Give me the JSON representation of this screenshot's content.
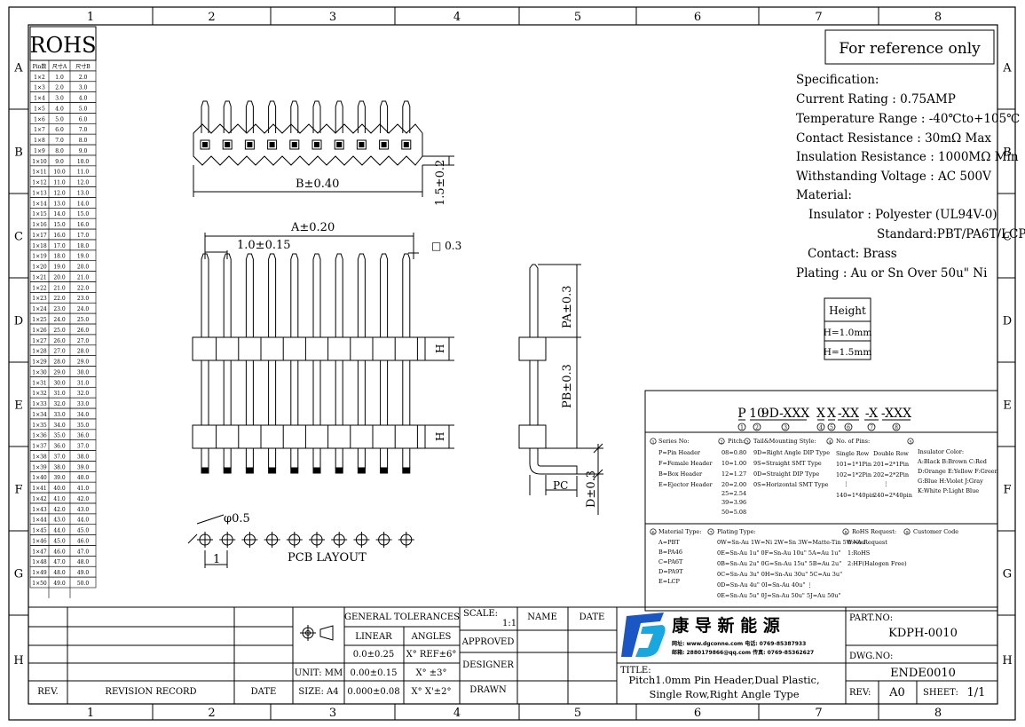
{
  "frame": {
    "col_labels": [
      "1",
      "2",
      "3",
      "4",
      "5",
      "6",
      "7",
      "8"
    ],
    "row_labels": [
      "A",
      "B",
      "C",
      "D",
      "E",
      "F",
      "G",
      "H"
    ]
  },
  "rohs": {
    "title": "ROHS",
    "headers": [
      "Pin数",
      "尺寸A",
      "尺寸B"
    ],
    "rows": [
      [
        "1×2",
        "1.0",
        "2.0"
      ],
      [
        "1×3",
        "2.0",
        "3.0"
      ],
      [
        "1×4",
        "3.0",
        "4.0"
      ],
      [
        "1×5",
        "4.0",
        "5.0"
      ],
      [
        "1×6",
        "5.0",
        "6.0"
      ],
      [
        "1×7",
        "6.0",
        "7.0"
      ],
      [
        "1×8",
        "7.0",
        "8.0"
      ],
      [
        "1×9",
        "8.0",
        "9.0"
      ],
      [
        "1×10",
        "9.0",
        "10.0"
      ],
      [
        "1×11",
        "10.0",
        "11.0"
      ],
      [
        "1×12",
        "11.0",
        "12.0"
      ],
      [
        "1×13",
        "12.0",
        "13.0"
      ],
      [
        "1×14",
        "13.0",
        "14.0"
      ],
      [
        "1×15",
        "14.0",
        "15.0"
      ],
      [
        "1×16",
        "15.0",
        "16.0"
      ],
      [
        "1×17",
        "16.0",
        "17.0"
      ],
      [
        "1×18",
        "17.0",
        "18.0"
      ],
      [
        "1×19",
        "18.0",
        "19.0"
      ],
      [
        "1×20",
        "19.0",
        "20.0"
      ],
      [
        "1×21",
        "20.0",
        "21.0"
      ],
      [
        "1×22",
        "21.0",
        "22.0"
      ],
      [
        "1×23",
        "22.0",
        "23.0"
      ],
      [
        "1×24",
        "23.0",
        "24.0"
      ],
      [
        "1×25",
        "24.0",
        "25.0"
      ],
      [
        "1×26",
        "25.0",
        "26.0"
      ],
      [
        "1×27",
        "26.0",
        "27.0"
      ],
      [
        "1×28",
        "27.0",
        "28.0"
      ],
      [
        "1×29",
        "28.0",
        "29.0"
      ],
      [
        "1×30",
        "29.0",
        "30.0"
      ],
      [
        "1×31",
        "30.0",
        "31.0"
      ],
      [
        "1×32",
        "31.0",
        "32.0"
      ],
      [
        "1×33",
        "32.0",
        "33.0"
      ],
      [
        "1×34",
        "33.0",
        "34.0"
      ],
      [
        "1×35",
        "34.0",
        "35.0"
      ],
      [
        "1×36",
        "35.0",
        "36.0"
      ],
      [
        "1×37",
        "36.0",
        "37.0"
      ],
      [
        "1×38",
        "37.0",
        "38.0"
      ],
      [
        "1×39",
        "38.0",
        "39.0"
      ],
      [
        "1×40",
        "39.0",
        "40.0"
      ],
      [
        "1×41",
        "40.0",
        "41.0"
      ],
      [
        "1×42",
        "41.0",
        "42.0"
      ],
      [
        "1×43",
        "42.0",
        "43.0"
      ],
      [
        "1×44",
        "43.0",
        "44.0"
      ],
      [
        "1×45",
        "44.0",
        "45.0"
      ],
      [
        "1×46",
        "45.0",
        "46.0"
      ],
      [
        "1×47",
        "46.0",
        "47.0"
      ],
      [
        "1×48",
        "47.0",
        "48.0"
      ],
      [
        "1×49",
        "48.0",
        "49.0"
      ],
      [
        "1×50",
        "49.0",
        "50.0"
      ]
    ]
  },
  "reference": "For reference only",
  "spec": {
    "lines": [
      "Specification:",
      "Current Rating : 0.75AMP",
      "Temperature Range : -40℃to+105℃",
      "Contact Resistance : 30mΩ Max",
      "Insulation Resistance : 1000MΩ Min",
      "Withstanding Voltage : AC 500V",
      "Material:",
      "Insulator : Polyester (UL94V-0)",
      "Standard:PBT/PA6T/LCP",
      "Contact: Brass",
      "Plating : Au or Sn Over 50u\" Ni"
    ]
  },
  "height_table": {
    "title": "Height",
    "rows": [
      "H=1.0mm",
      "H=1.5mm"
    ]
  },
  "dims": {
    "b": "B±0.40",
    "h15": "1.5±0.2",
    "a": "A±0.20",
    "pitch": "1.0±0.15",
    "sq": "□ 0.3",
    "pa": "PA±0.3",
    "pb": "PB±0.3",
    "h": "H",
    "pc": "PC",
    "d": "D±0.3",
    "phi": "φ0.5",
    "one": "1",
    "pcb": "PCB LAYOUT"
  },
  "partcode": {
    "tokens": [
      "P",
      "10",
      "9D-XXX",
      "X",
      "X",
      "-XX",
      "-X",
      "-XXX"
    ],
    "circles": [
      "1",
      "2",
      "3",
      "4",
      "5",
      "6",
      "7",
      "8"
    ]
  },
  "legend": {
    "series_title": "Series No:",
    "series": [
      "P=Pin Header",
      "F=Female Header",
      "B=Box Header",
      "E=Ejector Header"
    ],
    "pitch_title": "Pitch:",
    "pitch": [
      "08=0.80",
      "10=1.00",
      "12=1.27",
      "20=2.00",
      "25=2.54",
      "39=3.96",
      "50=5.08"
    ],
    "mount_title": "Tail&Mounting Style:",
    "mount": [
      "9D=Right Angle DIP Type",
      "9S=Straight SMT Type",
      "0D=Straight DIP Type",
      "0S=Horizontal SMT Type"
    ],
    "pins_title": "No. of Pins:",
    "pins_heads": [
      "Single Row",
      "Double Row"
    ],
    "pins": [
      [
        "101=1*1Pin",
        "201=2*1Pin"
      ],
      [
        "102=1*2Pin",
        "202=2*2Pin"
      ],
      [
        "⋮",
        "⋮"
      ],
      [
        "140=1*40pin",
        "240=2*40pin"
      ]
    ],
    "color_title": "Insulator Color:",
    "colors": [
      "A:Black B:Brown C:Red",
      "D:Orange E:Yellow F:Green",
      "G:Blue  H:Violet J:Gray",
      "K:White P:Light Blue"
    ],
    "mat_title": "Material Type:",
    "mat": [
      "A=PBT",
      "B=PA46",
      "C=PA6T",
      "D=PA9T",
      "E=LCP"
    ],
    "plating_title": "Plating Type:",
    "plating": [
      "0W=Sn-Au 1W=Ni 2W=Sn 3W=Matte-Tin 5W=Au",
      "0E=Sn-Au 1u\" 0F=Sn-Au 10u\" 5A=Au 1u\"",
      "0B=Sn-Au 2u\" 0G=Sn-Au 15u\" 5B=Au 2u\"",
      "0C=Sn-Au 3u\" 0H=Sn-Au 30u\" 5C=Au 3u\"",
      "0D=Sn-Au 4u\" 0I=Sn-Au 40u\"    ⋮",
      "0E=Sn-Au 5u\" 0J=Sn-Au 50u\" 5J=Au 50u\""
    ],
    "rohs_title": "RoHS Request:",
    "rohs": [
      "0:No Request",
      "1:RoHS",
      "2:HF(Halogen Free)"
    ],
    "cust_title": "Customer Code"
  },
  "titleblock": {
    "general_tolerances": "GENERAL TOLERANCES",
    "linear": "LINEAR",
    "angles": "ANGLES",
    "lin1": "0.0±0.25",
    "ang1": "X° REF±6°",
    "unit": "UNIT: MM",
    "lin2": "0.00±0.15",
    "ang2": "X° ±3°",
    "size": "SIZE: A4",
    "lin3": "0.000±0.08",
    "ang3": "X° X'±2°",
    "scale": "SCALE:",
    "scale_val": "1:1",
    "name": "NAME",
    "date": "DATE",
    "approved": "APPROVED",
    "designer": "DESIGNER",
    "drawn": "DRAWN",
    "rev": "REV.",
    "revision_record": "REVISION RECORD",
    "rev_date": "DATE",
    "company": "康 导 新 能 源",
    "company_web": "网址: www.dgconne.com  电话: 0769-85387933",
    "company_mail": "邮箱: 2880179866@qq.com 传真: 0769-85362627",
    "part_no_label": "PART.NO:",
    "part_no": "KDPH-0010",
    "dwg_no_label": "DWG.NO:",
    "dwg_no": "ENDE0010",
    "title_label": "TITLE:",
    "title_line1": "Pitch1.0mm Pin Header,Dual Plastic,",
    "title_line2": "Single Row,Right Angle Type",
    "rev_label": "REV:",
    "rev_val": "A0",
    "sheet_label": "SHEET:",
    "sheet_val": "1/1"
  }
}
